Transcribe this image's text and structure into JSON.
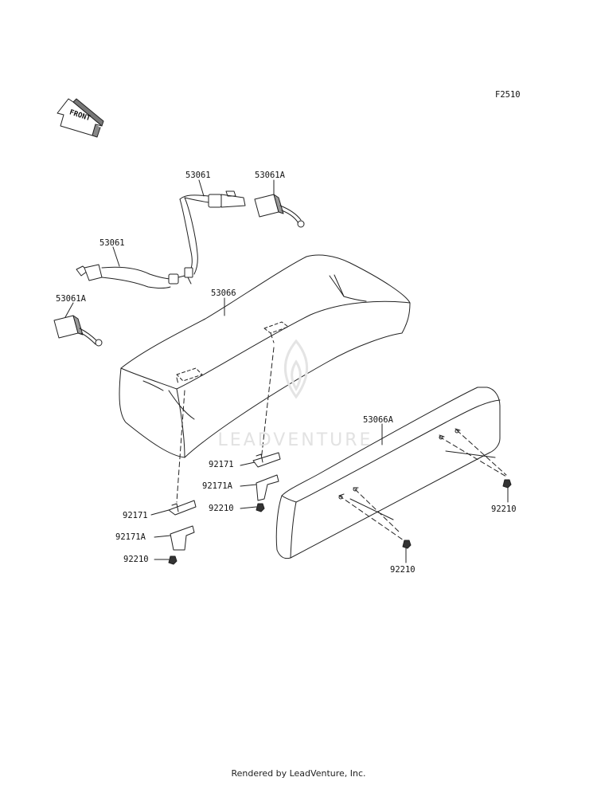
{
  "diagram": {
    "code": "F2510",
    "front_label": "FRONT",
    "watermark": "LEADVENTURE",
    "labels": {
      "belt_upper": "53061",
      "buckle_upper": "53061A",
      "belt_left": "53061",
      "buckle_left": "53061A",
      "seat_cushion": "53066",
      "seat_back": "53066A",
      "bracket_mid": "92171",
      "bracket_mid_a": "92171A",
      "nut_mid": "92210",
      "bracket_left": "92171",
      "bracket_left_a": "92171A",
      "nut_left": "92210",
      "nut_back_right": "92210",
      "nut_back_bottom": "92210"
    }
  },
  "footer": {
    "text": "Rendered by LeadVenture, Inc."
  }
}
